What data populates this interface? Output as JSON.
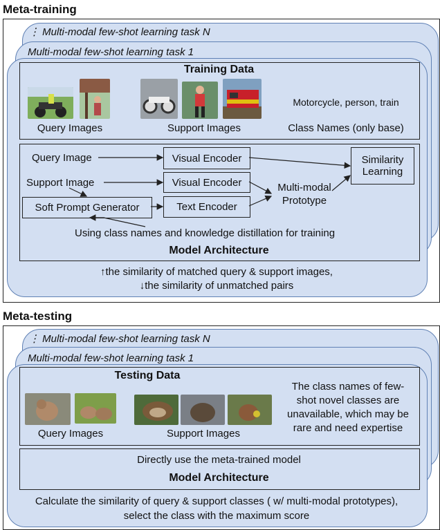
{
  "meta_training": {
    "title": "Meta-training",
    "task_n": "Multi-modal few-shot learning task N",
    "task_1": "Multi-modal few-shot learning task 1",
    "training_data_title": "Training Data",
    "query_images_label": "Query Images",
    "support_images_label": "Support Images",
    "class_names_text": "Motorcycle, person, train",
    "class_names_label": "Class Names (only base)",
    "nodes": {
      "query_image": "Query Image",
      "support_image": "Support Image",
      "visual_encoder_1": "Visual Encoder",
      "visual_encoder_2": "Visual Encoder",
      "soft_prompt_generator": "Soft Prompt Generator",
      "text_encoder": "Text Encoder",
      "similarity_learning_1": "Similarity",
      "similarity_learning_2": "Learning",
      "prototype_1": "Multi-modal",
      "prototype_2": "Prototype"
    },
    "distillation_note": "Using class names and knowledge distillation for training",
    "model_architecture": "Model Architecture",
    "objective_line_1": "↑the similarity of matched query & support images,",
    "objective_line_2": "↓the similarity of unmatched pairs"
  },
  "meta_testing": {
    "title": "Meta-testing",
    "task_n": "Multi-modal few-shot learning task N",
    "task_1": "Multi-modal few-shot learning task 1",
    "testing_data_title": "Testing Data",
    "query_images_label": "Query Images",
    "support_images_label": "Support Images",
    "novel_note": [
      "The class names of few-",
      "shot novel classes are",
      "unavailable, which may be",
      "rare and need expertise"
    ],
    "direct_use": "Directly use the meta-trained model",
    "model_architecture": "Model Architecture",
    "calc_line_1": "Calculate the similarity of query & support classes ( w/ multi-modal prototypes),",
    "calc_line_2": "select the class with the maximum score"
  },
  "colors": {
    "card_fill": "#d3dff2",
    "card_border": "#5f80b4",
    "line": "#222222"
  }
}
